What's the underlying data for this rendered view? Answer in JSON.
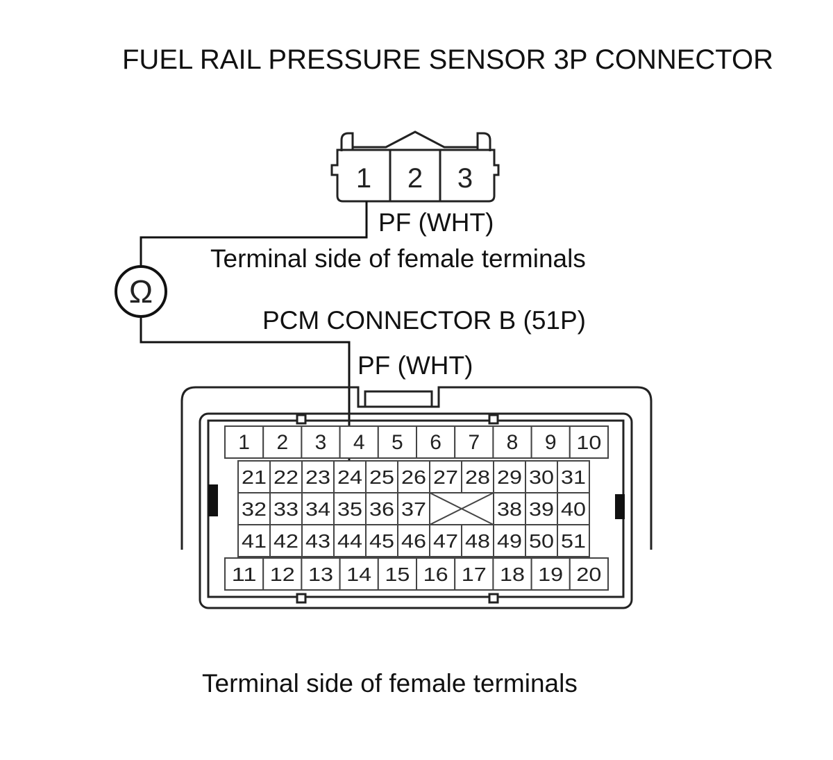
{
  "sensor_connector": {
    "title": "FUEL RAIL PRESSURE SENSOR 3P CONNECTOR",
    "pins": [
      "1",
      "2",
      "3"
    ],
    "wire_label": "PF (WHT)",
    "view_note": "Terminal side of female terminals"
  },
  "meter": {
    "symbol": "Ω",
    "icon": "ohmmeter-icon"
  },
  "pcm_connector": {
    "title": "PCM CONNECTOR B (51P)",
    "wire_label": "PF (WHT)",
    "view_note": "Terminal side of female terminals",
    "rows": [
      [
        "1",
        "2",
        "3",
        "4",
        "5",
        "6",
        "7",
        "8",
        "9",
        "10"
      ],
      [
        "21",
        "22",
        "23",
        "24",
        "25",
        "26",
        "27",
        "28",
        "29",
        "30",
        "31"
      ],
      [
        "32",
        "33",
        "34",
        "35",
        "36",
        "37",
        "",
        "",
        "38",
        "39",
        "40"
      ],
      [
        "41",
        "42",
        "43",
        "44",
        "45",
        "46",
        "47",
        "48",
        "49",
        "50",
        "51"
      ],
      [
        "11",
        "12",
        "13",
        "14",
        "15",
        "16",
        "17",
        "18",
        "19",
        "20"
      ]
    ],
    "probed_pin": "24"
  }
}
